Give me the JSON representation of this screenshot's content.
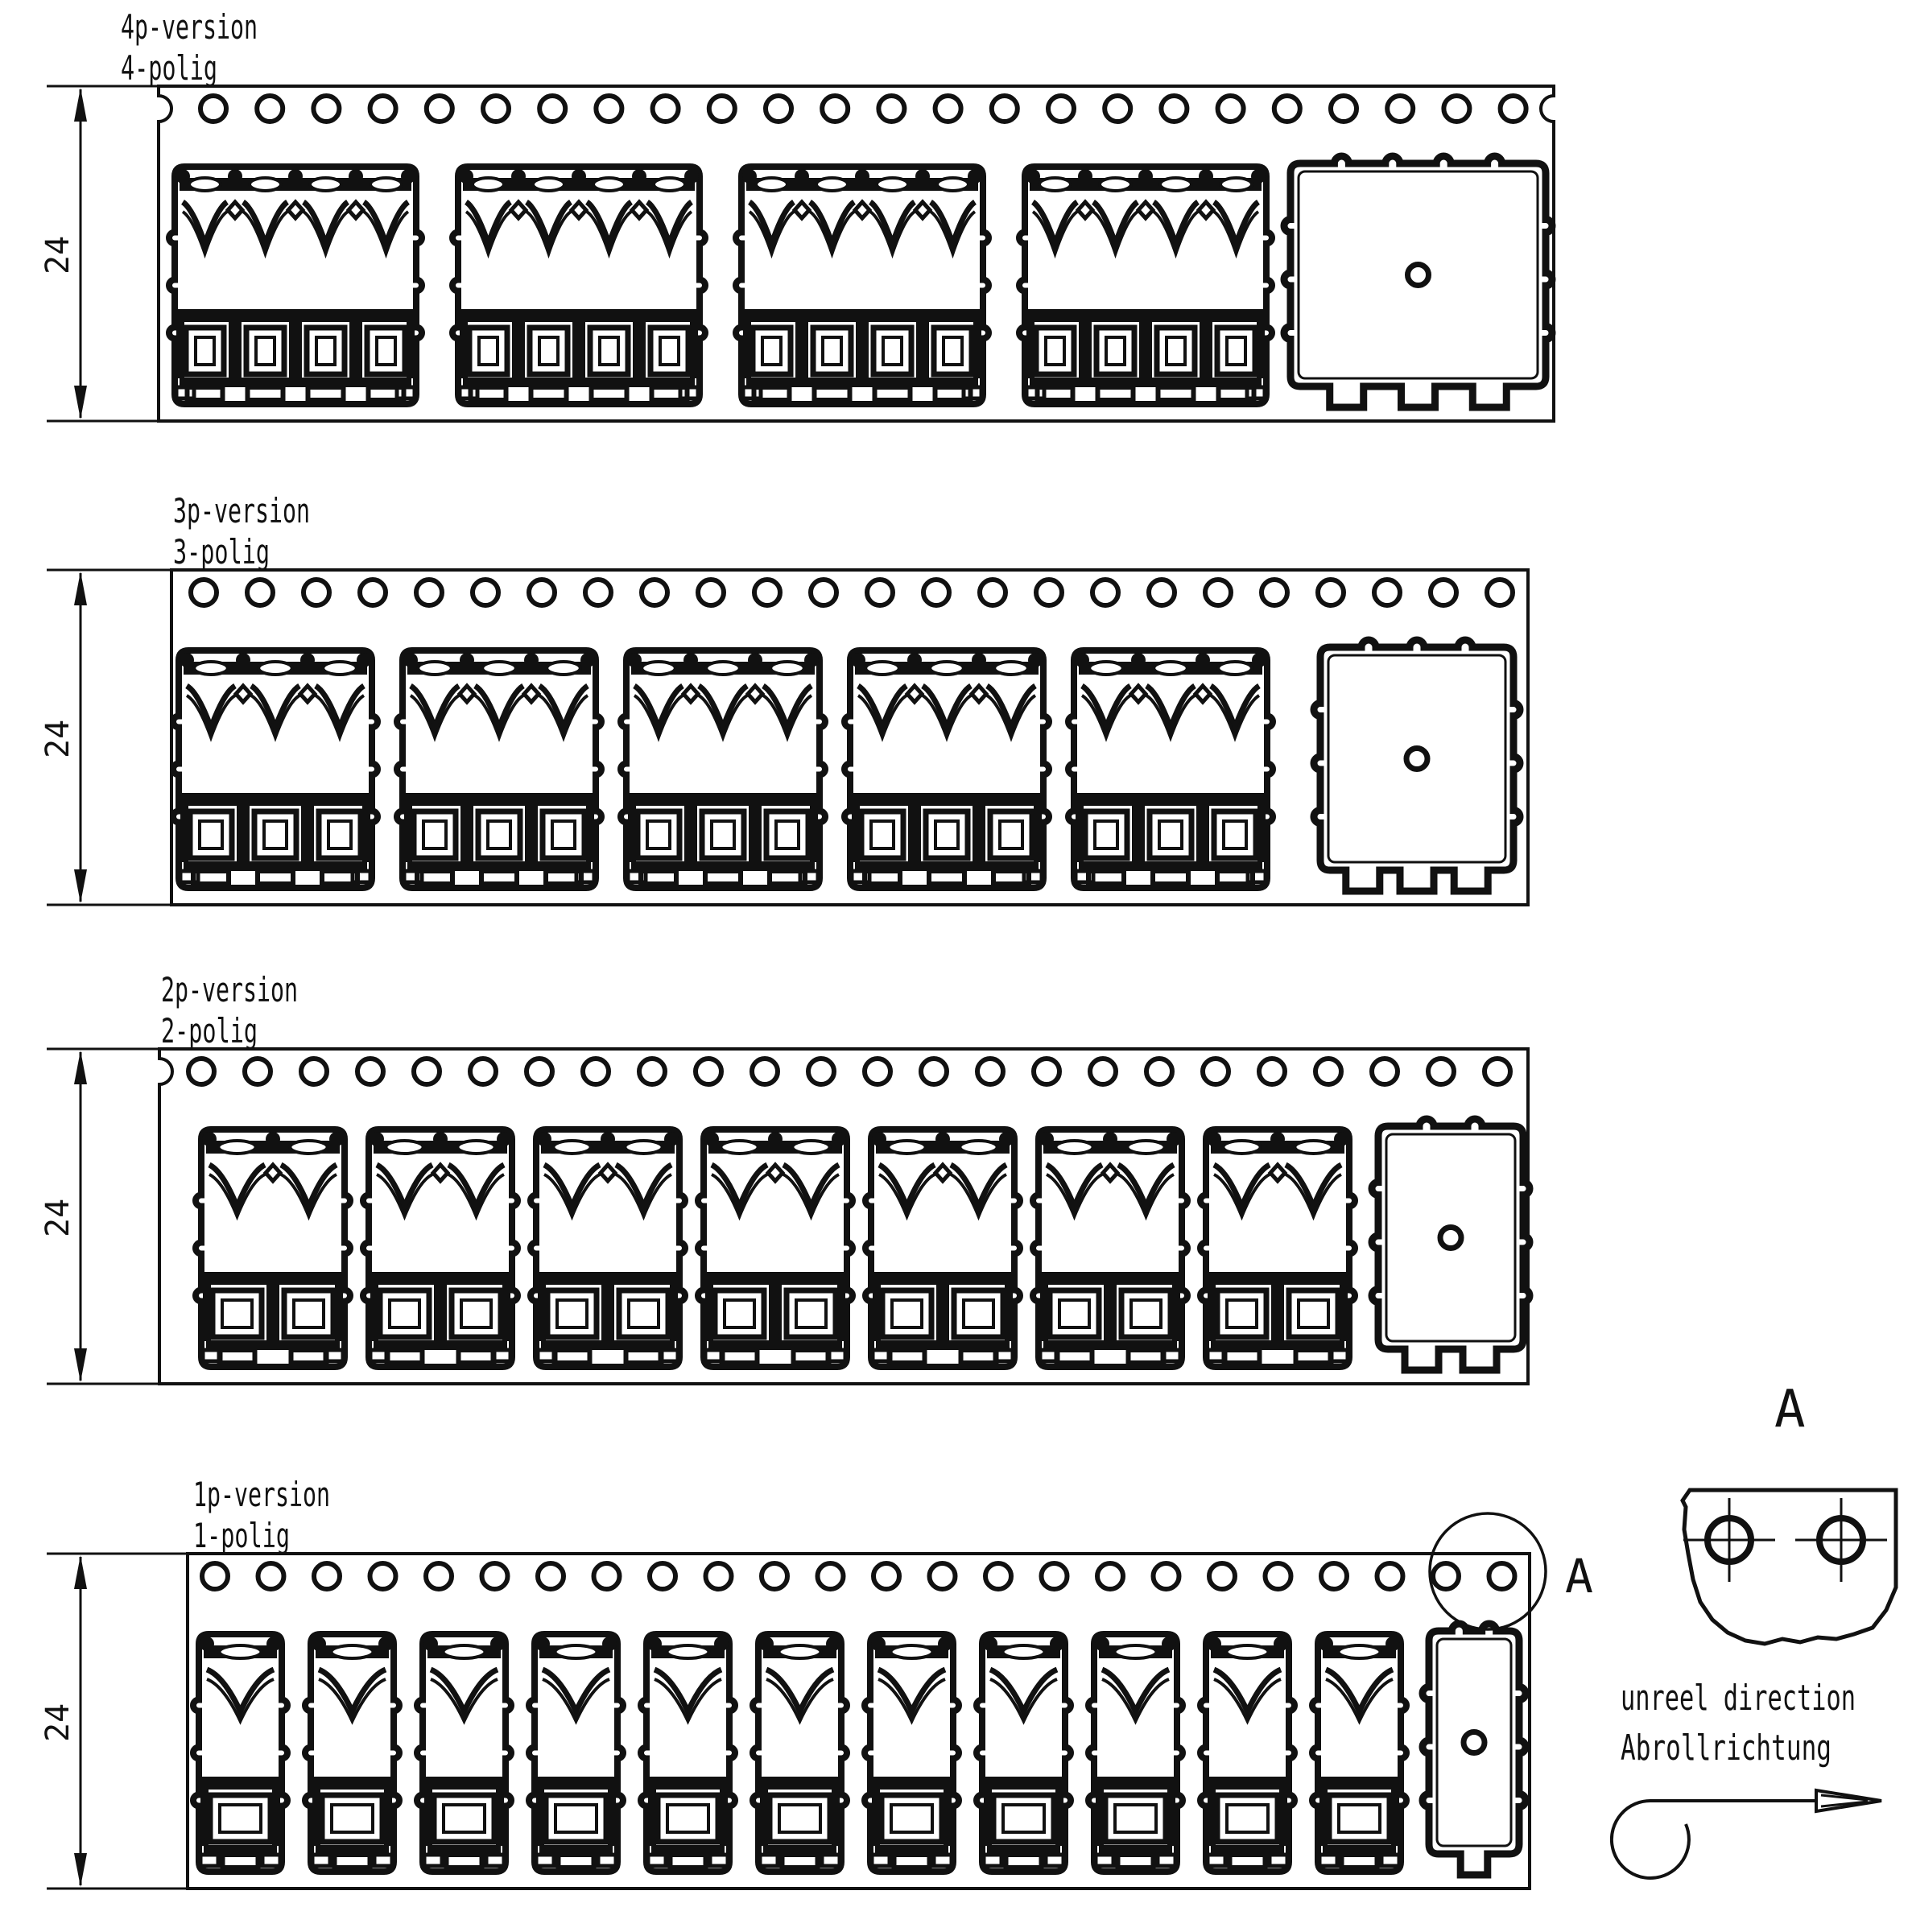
{
  "diagram": {
    "strips": [
      {
        "id": "4p",
        "label_line1": "4p-version",
        "label_line2": "4-polig",
        "dimension_label": "24",
        "poles": 4,
        "connector_count": 4,
        "sprocket_hole_count": 24,
        "has_empty_pocket": true
      },
      {
        "id": "3p",
        "label_line1": "3p-version",
        "label_line2": "3-polig",
        "dimension_label": "24",
        "poles": 3,
        "connector_count": 5,
        "sprocket_hole_count": 24,
        "has_empty_pocket": true
      },
      {
        "id": "2p",
        "label_line1": "2p-version",
        "label_line2": "2-polig",
        "dimension_label": "24",
        "poles": 2,
        "connector_count": 7,
        "sprocket_hole_count": 24,
        "has_empty_pocket": true
      },
      {
        "id": "1p",
        "label_line1": "1p-version",
        "label_line2": "1-polig",
        "dimension_label": "24",
        "poles": 1,
        "connector_count": 11,
        "sprocket_hole_count": 24,
        "has_empty_pocket": true
      }
    ],
    "detail_view": {
      "label": "A"
    },
    "detail_callout": {
      "label": "A"
    },
    "unreel": {
      "line1": "unreel direction",
      "line2": "Abrollrichtung"
    },
    "colors": {
      "ink": "#111111",
      "paper": "#ffffff"
    }
  }
}
